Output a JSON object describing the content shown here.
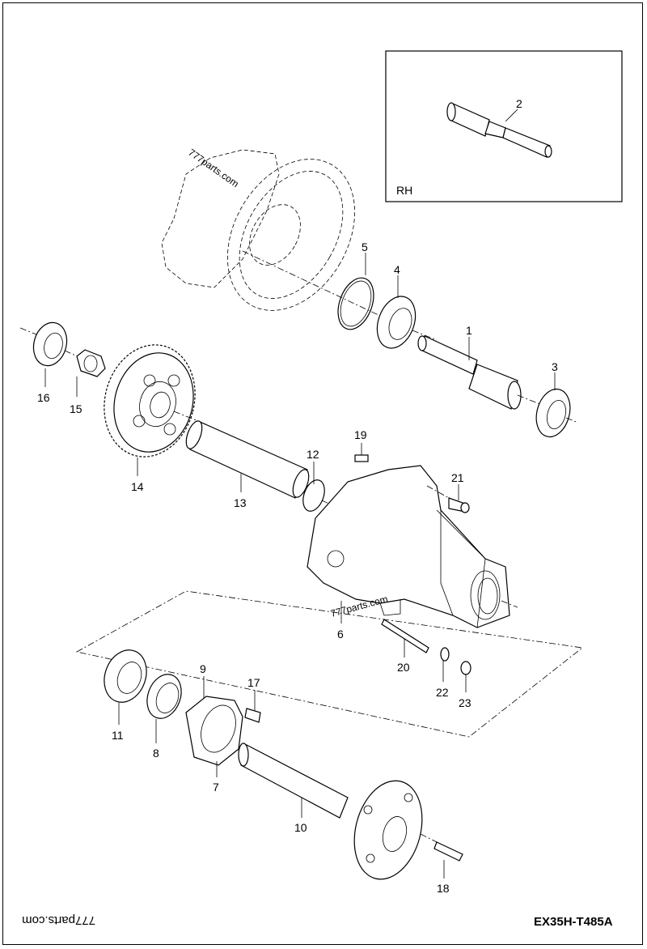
{
  "diagram": {
    "code": "EX35H-T485A",
    "inset_label": "RH",
    "watermarks": [
      "777parts.com",
      "777parts.com",
      "777parts.com"
    ],
    "callouts": [
      "1",
      "2",
      "3",
      "4",
      "5",
      "6",
      "7",
      "8",
      "9",
      "10",
      "11",
      "12",
      "13",
      "14",
      "15",
      "16",
      "17",
      "18",
      "19",
      "20",
      "21",
      "22",
      "23"
    ]
  }
}
